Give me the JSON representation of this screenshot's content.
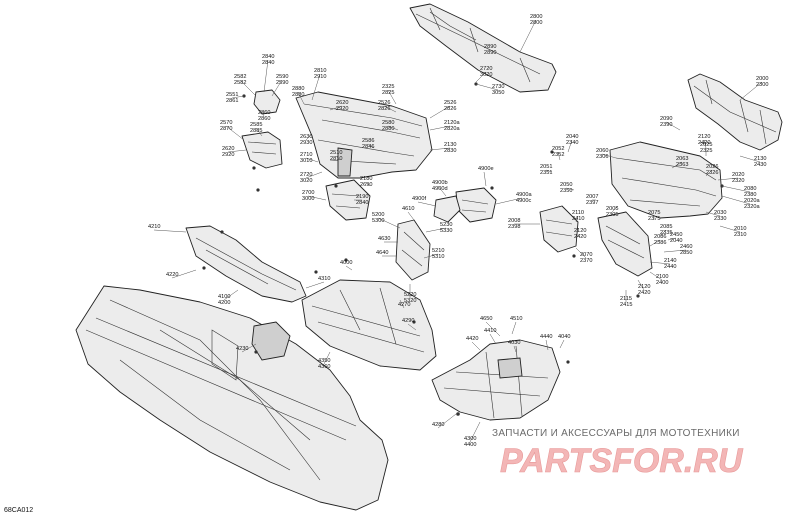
{
  "diagram_code": "68CA012",
  "watermark": {
    "tagline": "ЗАПЧАСТИ И АКСЕССУАРЫ ДЛЯ МОТОТЕХНИКИ",
    "logo": "PARTSFOR.RU"
  },
  "callouts": [
    {
      "id": "c2800",
      "lines": [
        "2800",
        "2800"
      ]
    },
    {
      "id": "c2890",
      "lines": [
        "2890",
        "2890"
      ]
    },
    {
      "id": "c2720a",
      "lines": [
        "2720",
        "3020"
      ]
    },
    {
      "id": "c2730",
      "lines": [
        "2730",
        "3050"
      ]
    },
    {
      "id": "c2840",
      "lines": [
        "2840",
        "2840"
      ]
    },
    {
      "id": "c2582",
      "lines": [
        "2582",
        "2582"
      ]
    },
    {
      "id": "c2590",
      "lines": [
        "2590",
        "2590"
      ]
    },
    {
      "id": "c2551",
      "lines": [
        "2551",
        "2861"
      ]
    },
    {
      "id": "c2860",
      "lines": [
        "2860",
        "2860"
      ]
    },
    {
      "id": "c2810",
      "lines": [
        "2810",
        "2910"
      ]
    },
    {
      "id": "c2880",
      "lines": [
        "2880",
        "2880"
      ]
    },
    {
      "id": "c2620a",
      "lines": [
        "2620",
        "2920"
      ]
    },
    {
      "id": "c2570",
      "lines": [
        "2570",
        "2870"
      ]
    },
    {
      "id": "c2585",
      "lines": [
        "2585",
        "2885"
      ]
    },
    {
      "id": "c2620b",
      "lines": [
        "2620",
        "2920"
      ]
    },
    {
      "id": "c2630",
      "lines": [
        "2630",
        "2930"
      ]
    },
    {
      "id": "c2325",
      "lines": [
        "2325",
        "2825"
      ]
    },
    {
      "id": "c2526",
      "lines": [
        "2526",
        "2826"
      ]
    },
    {
      "id": "c2526b",
      "lines": [
        "2526",
        "2826"
      ]
    },
    {
      "id": "c2120a",
      "lines": [
        "2120a",
        "2820a"
      ]
    },
    {
      "id": "c2580",
      "lines": [
        "2580",
        "2880"
      ]
    },
    {
      "id": "c2586",
      "lines": [
        "2586",
        "2846"
      ]
    },
    {
      "id": "c2130",
      "lines": [
        "2130",
        "2830"
      ]
    },
    {
      "id": "c2510",
      "lines": [
        "2510",
        "2810"
      ]
    },
    {
      "id": "c2710",
      "lines": [
        "2710",
        "3010"
      ]
    },
    {
      "id": "c2720b",
      "lines": [
        "2720",
        "3020"
      ]
    },
    {
      "id": "c2180",
      "lines": [
        "2180",
        "2690"
      ]
    },
    {
      "id": "c2190",
      "lines": [
        "2190",
        "2840"
      ]
    },
    {
      "id": "c2700",
      "lines": [
        "2700",
        "3000"
      ]
    },
    {
      "id": "c2000",
      "lines": [
        "2000",
        "2300"
      ]
    },
    {
      "id": "c2090",
      "lines": [
        "2090",
        "2390"
      ]
    },
    {
      "id": "c2120b",
      "lines": [
        "2120",
        "2420"
      ]
    },
    {
      "id": "c2040",
      "lines": [
        "2040",
        "2340"
      ]
    },
    {
      "id": "c2052",
      "lines": [
        "2052",
        "2352"
      ]
    },
    {
      "id": "c2060",
      "lines": [
        "2060",
        "2306"
      ]
    },
    {
      "id": "c2025",
      "lines": [
        "2025",
        "2325"
      ]
    },
    {
      "id": "c2130b",
      "lines": [
        "2130",
        "2430"
      ]
    },
    {
      "id": "c2051",
      "lines": [
        "2051",
        "2351"
      ]
    },
    {
      "id": "c2063",
      "lines": [
        "2063",
        "2363"
      ]
    },
    {
      "id": "c2026",
      "lines": [
        "2026",
        "2326"
      ]
    },
    {
      "id": "c2020",
      "lines": [
        "2020",
        "2320"
      ]
    },
    {
      "id": "c2080",
      "lines": [
        "2080",
        "2380"
      ]
    },
    {
      "id": "c2050",
      "lines": [
        "2050",
        "2350"
      ]
    },
    {
      "id": "c2020a",
      "lines": [
        "2020a",
        "2320a"
      ]
    },
    {
      "id": "c2007",
      "lines": [
        "2007",
        "2397"
      ]
    },
    {
      "id": "c2005",
      "lines": [
        "2005",
        "2305"
      ]
    },
    {
      "id": "c2110",
      "lines": [
        "2110",
        "2410"
      ]
    },
    {
      "id": "c2030",
      "lines": [
        "2030",
        "2330"
      ]
    },
    {
      "id": "c2075",
      "lines": [
        "2075",
        "2375"
      ]
    },
    {
      "id": "c2010",
      "lines": [
        "2010",
        "2310"
      ]
    },
    {
      "id": "c2008",
      "lines": [
        "2008",
        "2398"
      ]
    },
    {
      "id": "c2120c",
      "lines": [
        "2120",
        "2420"
      ]
    },
    {
      "id": "c2085",
      "lines": [
        "2085",
        "2335"
      ]
    },
    {
      "id": "c2086",
      "lines": [
        "2086",
        "2386"
      ]
    },
    {
      "id": "c2450",
      "lines": [
        "2450",
        "2040"
      ]
    },
    {
      "id": "c2460",
      "lines": [
        "2460",
        "2850"
      ]
    },
    {
      "id": "c2070",
      "lines": [
        "2070",
        "2370"
      ]
    },
    {
      "id": "c2140",
      "lines": [
        "2140",
        "2440"
      ]
    },
    {
      "id": "c2100",
      "lines": [
        "2100",
        "2400"
      ]
    },
    {
      "id": "c2115",
      "lines": [
        "2115",
        "2415"
      ]
    },
    {
      "id": "c2120d",
      "lines": [
        "2120",
        "2420"
      ]
    },
    {
      "id": "c4900e",
      "lines": [
        "4900e"
      ]
    },
    {
      "id": "c4900b",
      "lines": [
        "4900b",
        "4900d"
      ]
    },
    {
      "id": "c4900f",
      "lines": [
        "4900f"
      ]
    },
    {
      "id": "c4900a",
      "lines": [
        "4900a",
        "4900c"
      ]
    },
    {
      "id": "c4610",
      "lines": [
        "4610"
      ]
    },
    {
      "id": "c5200",
      "lines": [
        "5200",
        "5300"
      ]
    },
    {
      "id": "c4630",
      "lines": [
        "4630"
      ]
    },
    {
      "id": "c4640",
      "lines": [
        "4640"
      ]
    },
    {
      "id": "c5230",
      "lines": [
        "5230",
        "5330"
      ]
    },
    {
      "id": "c5210",
      "lines": [
        "5210",
        "5310"
      ]
    },
    {
      "id": "c4000",
      "lines": [
        "4000"
      ]
    },
    {
      "id": "c5220",
      "lines": [
        "5220",
        "5320"
      ]
    },
    {
      "id": "c4210",
      "lines": [
        "4210"
      ]
    },
    {
      "id": "c4220",
      "lines": [
        "4220"
      ]
    },
    {
      "id": "c4310",
      "lines": [
        "4310"
      ]
    },
    {
      "id": "c4100",
      "lines": [
        "4100",
        "4200"
      ]
    },
    {
      "id": "c4270",
      "lines": [
        "4270"
      ]
    },
    {
      "id": "c4290",
      "lines": [
        "4290"
      ]
    },
    {
      "id": "c4230",
      "lines": [
        "4230"
      ]
    },
    {
      "id": "c4350",
      "lines": [
        "4350",
        "4360"
      ]
    },
    {
      "id": "c4650",
      "lines": [
        "4650"
      ]
    },
    {
      "id": "c4510",
      "lines": [
        "4510"
      ]
    },
    {
      "id": "c4410",
      "lines": [
        "4410"
      ]
    },
    {
      "id": "c4420",
      "lines": [
        "4420"
      ]
    },
    {
      "id": "c4030",
      "lines": [
        "4030"
      ]
    },
    {
      "id": "c4440",
      "lines": [
        "4440"
      ]
    },
    {
      "id": "c4040",
      "lines": [
        "4040"
      ]
    },
    {
      "id": "c4280",
      "lines": [
        "4280"
      ]
    },
    {
      "id": "c4300",
      "lines": [
        "4300",
        "4400"
      ]
    }
  ]
}
